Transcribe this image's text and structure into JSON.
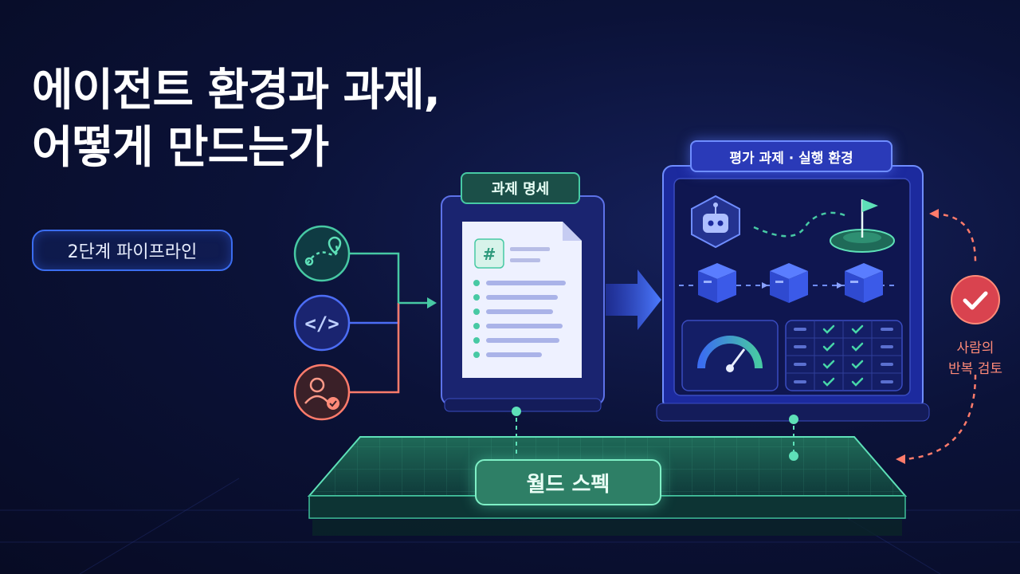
{
  "title": {
    "line1": "에이전트 환경과 과제,",
    "line2": "어떻게 만드는가"
  },
  "badge": "2단계 파이프라인",
  "task_spec": {
    "label": "과제 명세",
    "doc_symbol": "#"
  },
  "environment": {
    "label": "평가 과제 · 실행 환경"
  },
  "world_spec": {
    "label": "월드 스펙"
  },
  "human_review": {
    "line1": "사람의",
    "line2": "반복 검토"
  },
  "icons": {
    "input_1": "map-route-icon",
    "input_2": "code-icon",
    "input_3": "user-check-icon",
    "agent": "robot-icon",
    "goal": "goal-flag-icon",
    "gauge": "gauge-icon",
    "review": "check-circle-icon"
  },
  "colors": {
    "teal": "#47c9a4",
    "blue": "#3b6df0",
    "coral": "#ff7b6b",
    "review_red": "#e0505a"
  }
}
